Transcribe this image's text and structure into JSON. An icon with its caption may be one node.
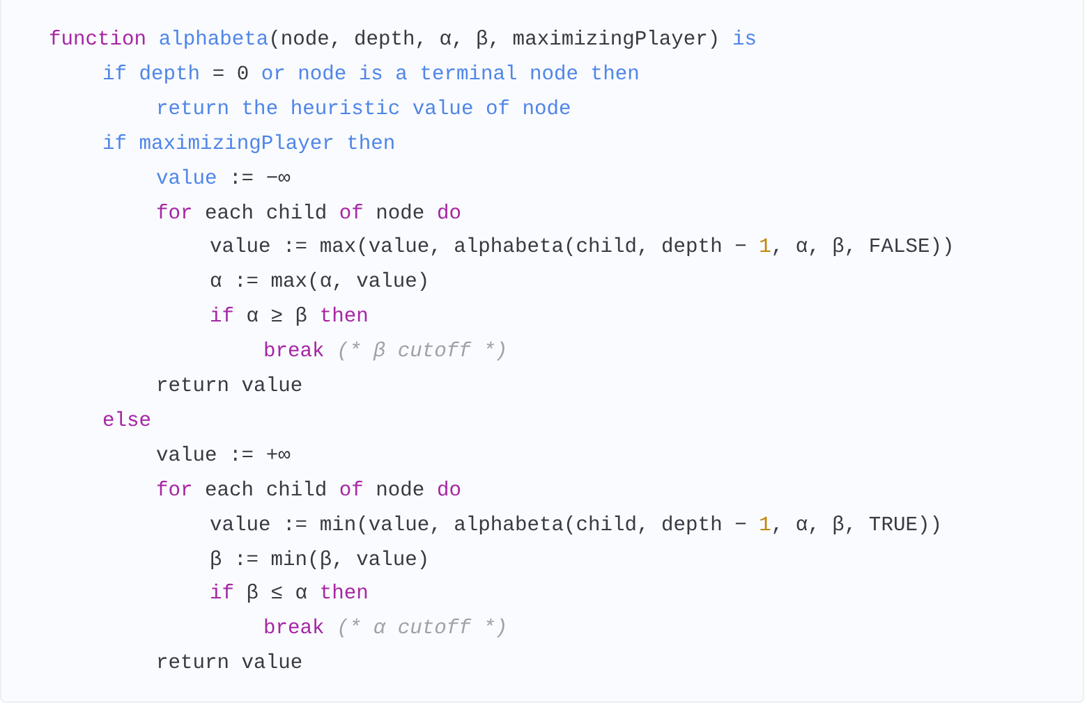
{
  "diagram": {
    "labels": [
      "function alphabeta(node, depth, α, β, maximizingPlayer) is",
      "if depth = 0 or node is a terminal node then",
      "return the heuristic value of node",
      "if maximizingPlayer then",
      "value := −∞",
      "for each child of node do",
      "value := max(value, alphabeta(child, depth − 1, α, β, FALSE))",
      "α := max(α, value)",
      "if α ≥ β then",
      "break (* β cutoff *)",
      "return value",
      "else",
      "value := +∞",
      "for each child of node do",
      "value := min(value, alphabeta(child, depth − 1, α, β, TRUE))",
      "β := min(β, value)",
      "if β ≤ α then",
      "break (* α cutoff *)",
      "return value"
    ]
  }
}
